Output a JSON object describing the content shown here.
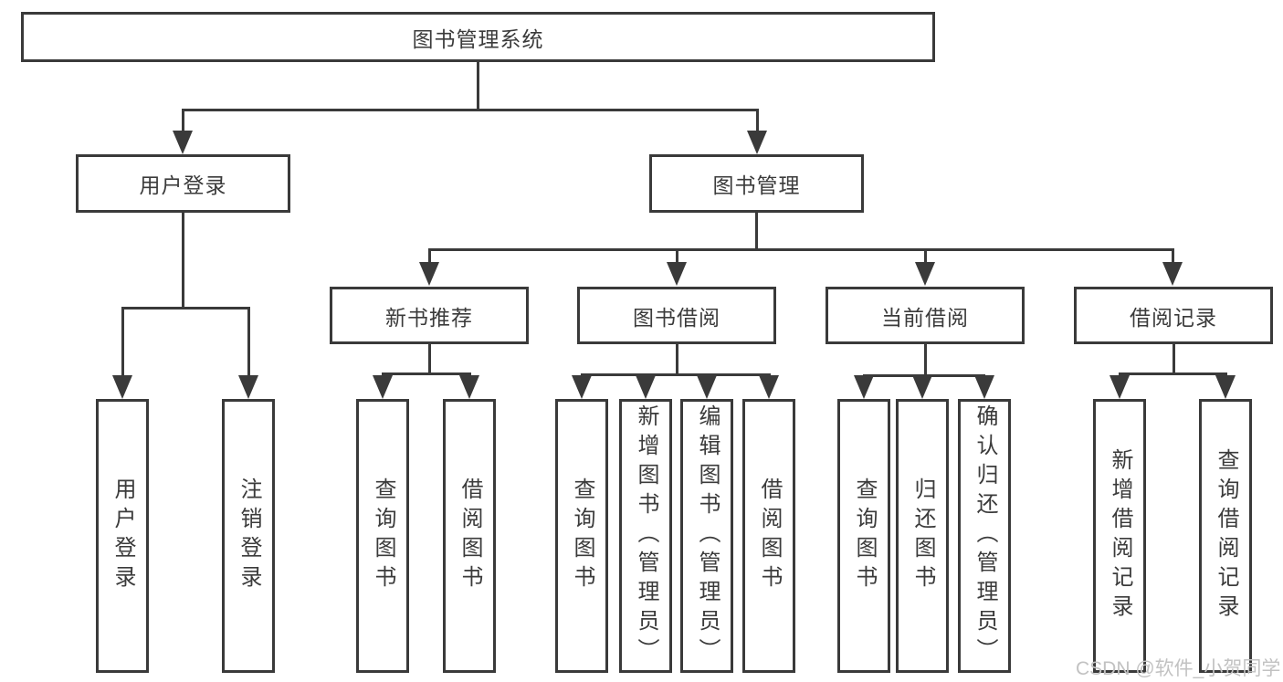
{
  "nodes": {
    "root": "图书管理系统",
    "l2": [
      "用户登录",
      "图书管理"
    ],
    "l3": [
      "新书推荐",
      "图书借阅",
      "当前借阅",
      "借阅记录"
    ],
    "leaves": {
      "g1": [
        "用户登录",
        "注销登录"
      ],
      "g2": [
        "查询图书",
        "借阅图书"
      ],
      "g3": [
        "查询图书",
        "新增图书（管理员）",
        "编辑图书（管理员）",
        "借阅图书"
      ],
      "g4": [
        "查询图书",
        "归还图书",
        "确认归还（管理员）"
      ],
      "g5": [
        "新增借阅记录",
        "查询借阅记录"
      ]
    }
  },
  "watermark": "CSDN @软件_小贺同学",
  "colors": {
    "line": "#3a3a3a",
    "text": "#3b3b3b",
    "background": "#ffffff",
    "watermark": "#c2c2c2"
  }
}
